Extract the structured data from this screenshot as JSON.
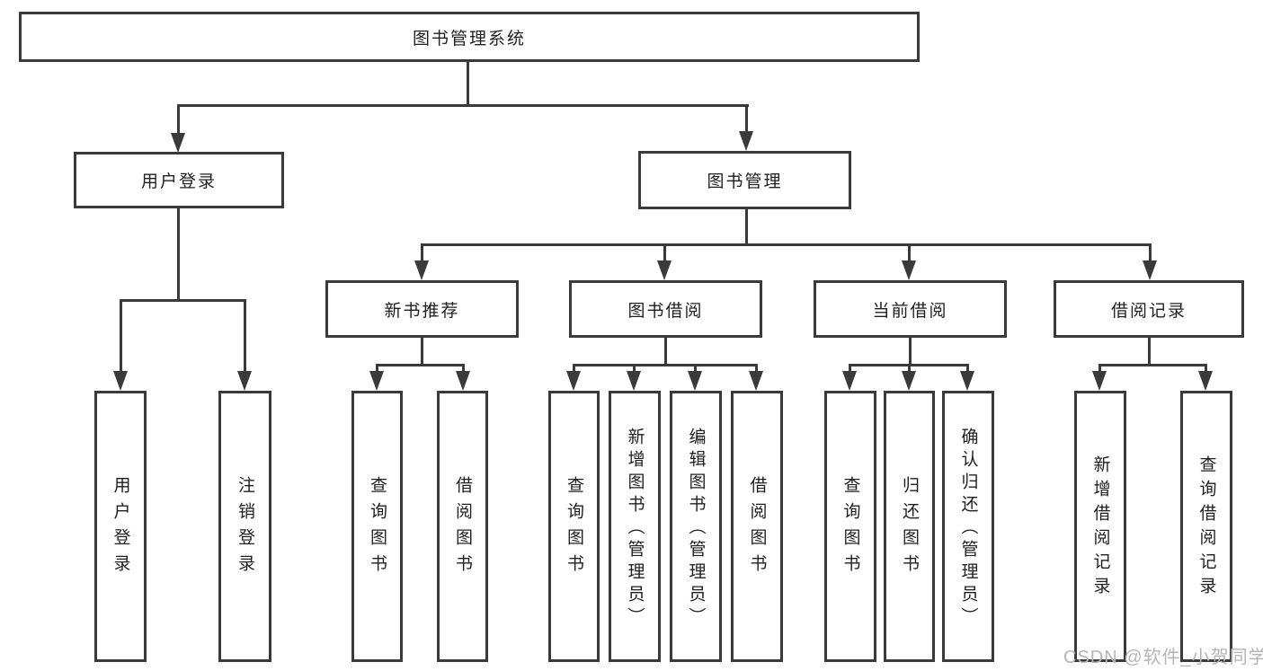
{
  "nodes": {
    "root": {
      "label": "图书管理系统"
    },
    "branches": [
      {
        "label": "用户登录"
      },
      {
        "label": "图书管理"
      }
    ],
    "modules": [
      {
        "label": "新书推荐"
      },
      {
        "label": "图书借阅"
      },
      {
        "label": "当前借阅"
      },
      {
        "label": "借阅记录"
      }
    ],
    "leaves": [
      {
        "label": "用户登录"
      },
      {
        "label": "注销登录"
      },
      {
        "label": "查询图书"
      },
      {
        "label": "借阅图书"
      },
      {
        "label": "查询图书"
      },
      {
        "label": "新增图书（管理员）"
      },
      {
        "label": "编辑图书（管理员）"
      },
      {
        "label": "借阅图书"
      },
      {
        "label": "查询图书"
      },
      {
        "label": "归还图书"
      },
      {
        "label": "确认归还（管理员）"
      },
      {
        "label": "新增借阅记录"
      },
      {
        "label": "查询借阅记录"
      }
    ]
  },
  "watermark": {
    "text": "CSDN @软件_小贺同学"
  },
  "colors": {
    "line": "#3a3a3a",
    "text": "#1f1f1f",
    "node_background": "#ffffff",
    "page_background": "#ffffff",
    "watermark": "#b4b4b4"
  }
}
